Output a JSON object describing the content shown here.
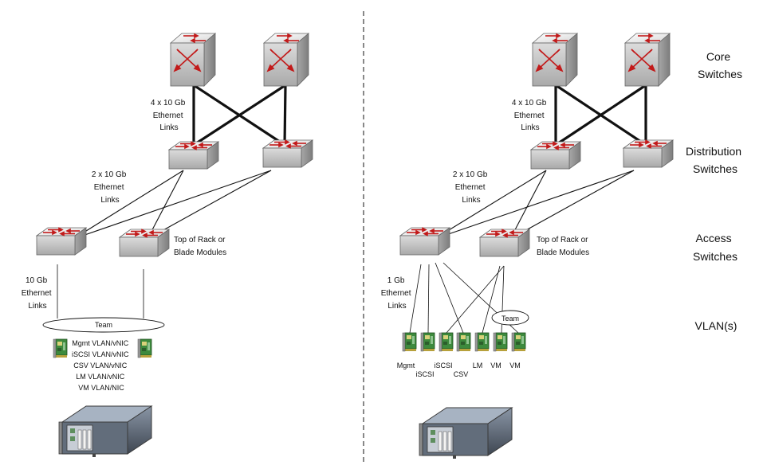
{
  "left": {
    "core_link_label": [
      "4 x 10 Gb",
      "Ethernet",
      "Links"
    ],
    "dist_link_label": [
      "2 x 10 Gb",
      "Ethernet",
      "Links"
    ],
    "access_label": [
      "Top of Rack or",
      "Blade Modules"
    ],
    "server_link_label": [
      "10 Gb",
      "Ethernet",
      "Links"
    ],
    "team_label": "Team",
    "vlan_list": [
      "Mgmt VLAN/vNIC",
      "iSCSI VLAN/vNIC",
      "CSV VLAN/vNIC",
      "LM VLAN/vNIC",
      "VM VLAN/NIC"
    ]
  },
  "right": {
    "core_link_label": [
      "4 x 10 Gb",
      "Ethernet",
      "Links"
    ],
    "dist_link_label": [
      "2 x 10 Gb",
      "Ethernet",
      "Links"
    ],
    "access_label": [
      "Top of Rack or",
      "Blade Modules"
    ],
    "server_link_label": [
      "1 Gb",
      "Ethernet",
      "Links"
    ],
    "team_label": "Team",
    "nic_labels": [
      "Mgmt",
      "iSCSI",
      "iSCSI",
      "CSV",
      "LM",
      "VM",
      "VM"
    ]
  },
  "tiers": {
    "core": [
      "Core",
      "Switches"
    ],
    "distribution": [
      "Distribution",
      "Switches"
    ],
    "access": [
      "Access",
      "Switches"
    ],
    "vlan": "VLAN(s)"
  },
  "colors": {
    "switch_front": "#c9c9c9",
    "switch_top": "#efefef",
    "switch_side": "#9d9d9d",
    "arrow": "#c21a1a",
    "nic_board": "#3d8a3d",
    "server_body": "#5c6673"
  }
}
